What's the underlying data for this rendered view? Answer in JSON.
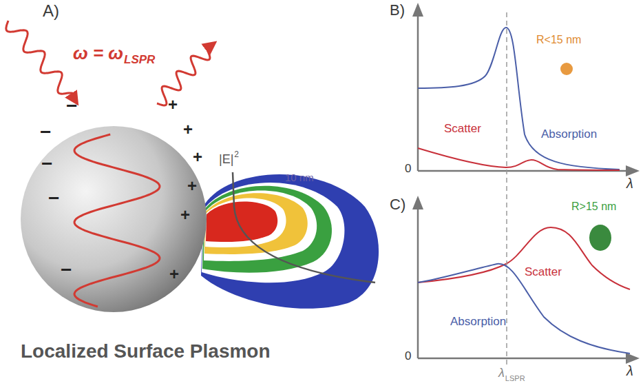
{
  "diagram": {
    "labels": [
      "A)",
      "ω = ω",
      "LSPR",
      "|E|",
      "2",
      "10 nm",
      "−",
      "−",
      "−",
      "−",
      "−",
      "+",
      "+",
      "+",
      "+",
      "+",
      "+",
      "Localized Surface Plasmon",
      "B)",
      "R<15 nm",
      "Scatter",
      "Absorption",
      "0",
      "λ",
      "C)",
      "R>15 nm",
      "Scatter",
      "Absorption",
      "0",
      "λ",
      "LSPR",
      "λ"
    ]
  }
}
